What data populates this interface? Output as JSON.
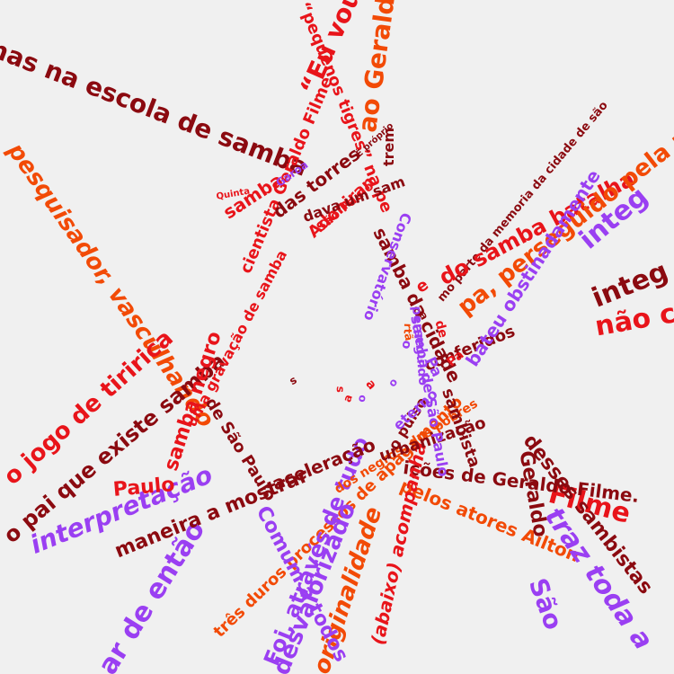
{
  "colors": {
    "red": "#e8141a",
    "darkred": "#8b0a10",
    "orange": "#f24a06",
    "purple": "#9a3ff2",
    "background": "#f0f0f0"
  },
  "phrases": [
    {
      "text": "nas na escola de samba",
      "color": "darkred"
    },
    {
      "text": "“Eu vou",
      "color": "red"
    },
    {
      "text": "samba",
      "color": "red"
    },
    {
      "text": "cientista Geraldo Filme",
      "color": "red"
    },
    {
      "text": "ao Geraldo Cateo",
      "color": "orange"
    },
    {
      "text": "trem",
      "color": "darkred"
    },
    {
      "text": "pesquisador, vasculhando",
      "color": "orange"
    },
    {
      "text": "“pequenos tigres” na pe",
      "color": "red"
    },
    {
      "text": "mo parte da memoria da cidade de são",
      "color": "darkred"
    },
    {
      "text": "samba da cidade",
      "color": "darkred"
    },
    {
      "text": "interpretação",
      "color": "purple"
    },
    {
      "text": "o pai que existe samba",
      "color": "darkred"
    },
    {
      "text": "o jogo de tiririca",
      "color": "red"
    },
    {
      "text": "Paulo",
      "color": "red"
    },
    {
      "text": "ar de então",
      "color": "purple"
    },
    {
      "text": "maneira a mostrar",
      "color": "darkred"
    },
    {
      "text": "do samba batalha",
      "color": "red"
    },
    {
      "text": "pa, perseguido pela polícia",
      "color": "orange"
    },
    {
      "text": "integ",
      "color": "darkred"
    },
    {
      "text": "conferidos",
      "color": "darkred"
    },
    {
      "text": "não co",
      "color": "red"
    },
    {
      "text": "Filme",
      "color": "red"
    },
    {
      "text": "ições de Geraldo Filme.",
      "color": "darkred"
    },
    {
      "text": "pelos atores Ailton",
      "color": "orange"
    },
    {
      "text": "três duros processos de apagamento",
      "color": "orange"
    },
    {
      "text": "Foi, através de tudo",
      "color": "purple"
    },
    {
      "text": "(abaixo) acompanha",
      "color": "red"
    },
    {
      "text": "desvalorizado",
      "color": "purple"
    },
    {
      "text": "originalidade",
      "color": "orange"
    },
    {
      "text": "traz toda a",
      "color": "purple"
    },
    {
      "text": "dos negros, dos pobres",
      "color": "orange"
    },
    {
      "text": "urbanização",
      "color": "darkred"
    },
    {
      "text": "aceleração",
      "color": "darkred"
    },
    {
      "text": "Comum a todos",
      "color": "purple"
    },
    {
      "text": "das torres",
      "color": "darkred"
    },
    {
      "text": "Conservatório",
      "color": "purple"
    },
    {
      "text": "Adoniran",
      "color": "red"
    },
    {
      "text": "perseguido",
      "color": "purple"
    },
    {
      "text": "integ",
      "color": "purple"
    },
    {
      "text": "bateu obstinadamente",
      "color": "purple"
    },
    {
      "text": "Pa",
      "color": "purple"
    },
    {
      "text": "desses sambistas",
      "color": "darkred"
    },
    {
      "text": "Geraldo",
      "color": "darkred"
    },
    {
      "text": "São",
      "color": "purple"
    },
    {
      "text": "samba negro",
      "color": "red"
    },
    {
      "text": "uma gravação de samba",
      "color": "red"
    },
    {
      "text": "de São Paulo",
      "color": "darkred"
    },
    {
      "text": "samba de São Paulo",
      "color": "purple"
    },
    {
      "text": "e",
      "color": "red"
    },
    {
      "text": "sambista",
      "color": "darkred"
    },
    {
      "text": "São Paulo",
      "color": "red"
    },
    {
      "text": "o pulso",
      "color": "darkred"
    },
    {
      "text": "eterno",
      "color": "purple"
    },
    {
      "text": "Garoa",
      "color": "purple"
    },
    {
      "text": "dava um sam",
      "color": "darkred"
    },
    {
      "text": "a",
      "color": "darkred"
    },
    {
      "text": "É próprio",
      "color": "darkred"
    },
    {
      "text": "Quinta",
      "color": "red"
    },
    {
      "text": "de",
      "color": "red"
    },
    {
      "text": "Pa",
      "color": "red"
    },
    {
      "text": "o",
      "color": "purple"
    },
    {
      "text": "rt",
      "color": "orange"
    },
    {
      "text": "o",
      "color": "purple"
    },
    {
      "text": "s",
      "color": "red"
    },
    {
      "text": "a",
      "color": "red"
    },
    {
      "text": "o",
      "color": "purple"
    },
    {
      "text": "s",
      "color": "darkred"
    },
    {
      "text": "ã",
      "color": "orange"
    },
    {
      "text": "a",
      "color": "red"
    }
  ]
}
